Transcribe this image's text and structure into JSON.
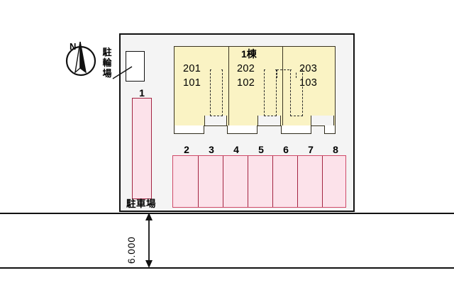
{
  "plan": {
    "site_fill": "#f4f4f4",
    "site_border": "#111111",
    "building_fill": "#faf3c4",
    "building_border": "#3a3420",
    "stall_fill": "#fce2ea",
    "stall_border": "#a32542"
  },
  "compass": {
    "north_label": "N"
  },
  "bicycle_parking": {
    "label_chars": [
      "駐",
      "輪",
      "場"
    ],
    "label": "駐輪場"
  },
  "building": {
    "title": "1棟",
    "units": [
      {
        "upper": "201",
        "lower": "101"
      },
      {
        "upper": "202",
        "lower": "102"
      },
      {
        "upper": "203",
        "lower": "103"
      }
    ]
  },
  "parking": {
    "label": "駐車場",
    "space_1": "1",
    "numbers": [
      "2",
      "3",
      "4",
      "5",
      "6",
      "7",
      "8"
    ]
  },
  "dimension": {
    "road_width": "6.000"
  }
}
